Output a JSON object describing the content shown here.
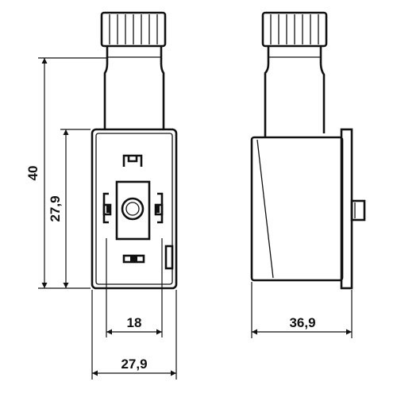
{
  "dimensions": {
    "height_total": "40",
    "height_body": "27,9",
    "width_inner": "18",
    "width_outer": "27,9",
    "depth": "36,9"
  }
}
